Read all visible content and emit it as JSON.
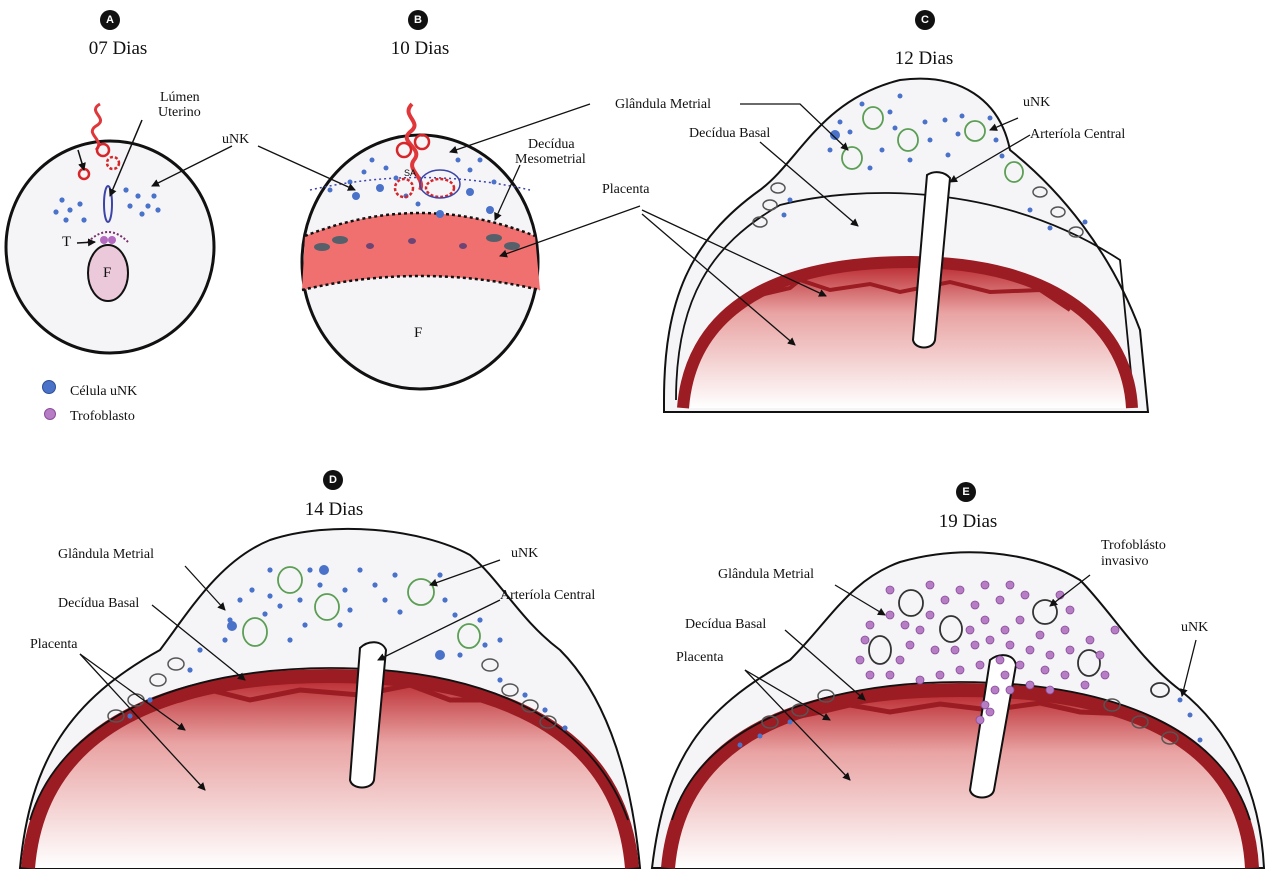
{
  "panels": {
    "a": {
      "badge": "A",
      "days": "07 Dias"
    },
    "b": {
      "badge": "B",
      "days": "10 Dias"
    },
    "c": {
      "badge": "C",
      "days": "12 Dias"
    },
    "d": {
      "badge": "D",
      "days": "14 Dias"
    },
    "e": {
      "badge": "E",
      "days": "19 Dias"
    }
  },
  "labels": {
    "lumen_line1": "Lúmen",
    "lumen_line2": "Uterino",
    "unk": "uNK",
    "t": "T",
    "f": "F",
    "sa": "SA",
    "glandula_metrial": "Glândula Metrial",
    "decidua_meso_line1": "Decídua",
    "decidua_meso_line2": "Mesometrial",
    "decidua_basal": "Decídua Basal",
    "arteriola_central": "Arteríola Central",
    "placenta": "Placenta",
    "trofoblasto_invasivo_line1": "Trofoblásto",
    "trofoblasto_invasivo_line2": "invasivo"
  },
  "legend": {
    "unk_cell": "Célula uNK",
    "trofoblasto": "Trofoblasto"
  },
  "colors": {
    "placenta_red": "#b5232a",
    "placenta_pink": "#f06b6b",
    "unk_blue": "#4a72c9",
    "trophoblast_purple": "#a35bb5",
    "embryo_pink": "#ecc9da",
    "decidua_fill": "#f5f5f8"
  }
}
